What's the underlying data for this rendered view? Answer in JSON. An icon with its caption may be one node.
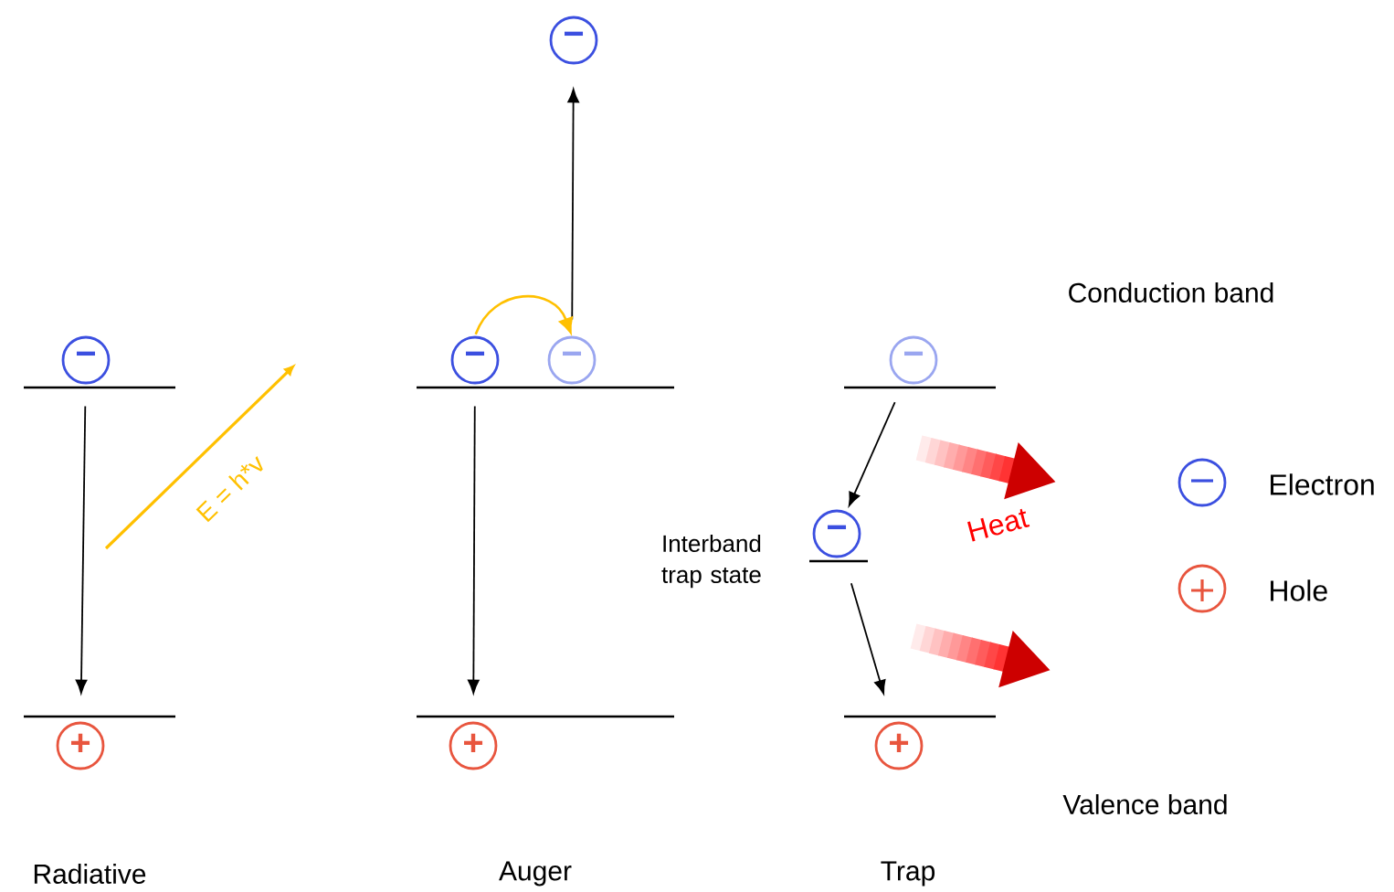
{
  "diagram": {
    "nodes": [
      {
        "text": [
          "−"
        ]
      },
      {
        "text": [
          "+"
        ]
      },
      {
        "text": [
          "−"
        ]
      },
      {
        "text": [
          "−"
        ]
      },
      {
        "text": [
          "−"
        ]
      },
      {
        "text": [
          "+"
        ]
      },
      {
        "text": [
          "−"
        ]
      },
      {
        "text": [
          "−"
        ],
        "beside": [
          "Interband trap state"
        ]
      },
      {
        "text": [
          "+"
        ]
      }
    ],
    "edges": [
      {
        "from": 0,
        "to": 1,
        "arrow": "to"
      },
      {
        "from": 4,
        "to": 2,
        "arrow": "to"
      },
      {
        "from": 3,
        "to": 4,
        "arrow": "to",
        "color": "#ffc000"
      },
      {
        "from": 3,
        "to": 5,
        "arrow": "to"
      },
      {
        "from": 6,
        "to": 7,
        "arrow": "to"
      },
      {
        "from": 7,
        "to": 8,
        "arrow": "to"
      }
    ],
    "labels": [
      "Conduction band",
      "E = h*v",
      "Heat",
      "Valence band",
      "Radiative",
      "Auger",
      "Trap"
    ],
    "legend": [
      {
        "text": "Electron"
      },
      {
        "text": "Hole"
      }
    ]
  }
}
